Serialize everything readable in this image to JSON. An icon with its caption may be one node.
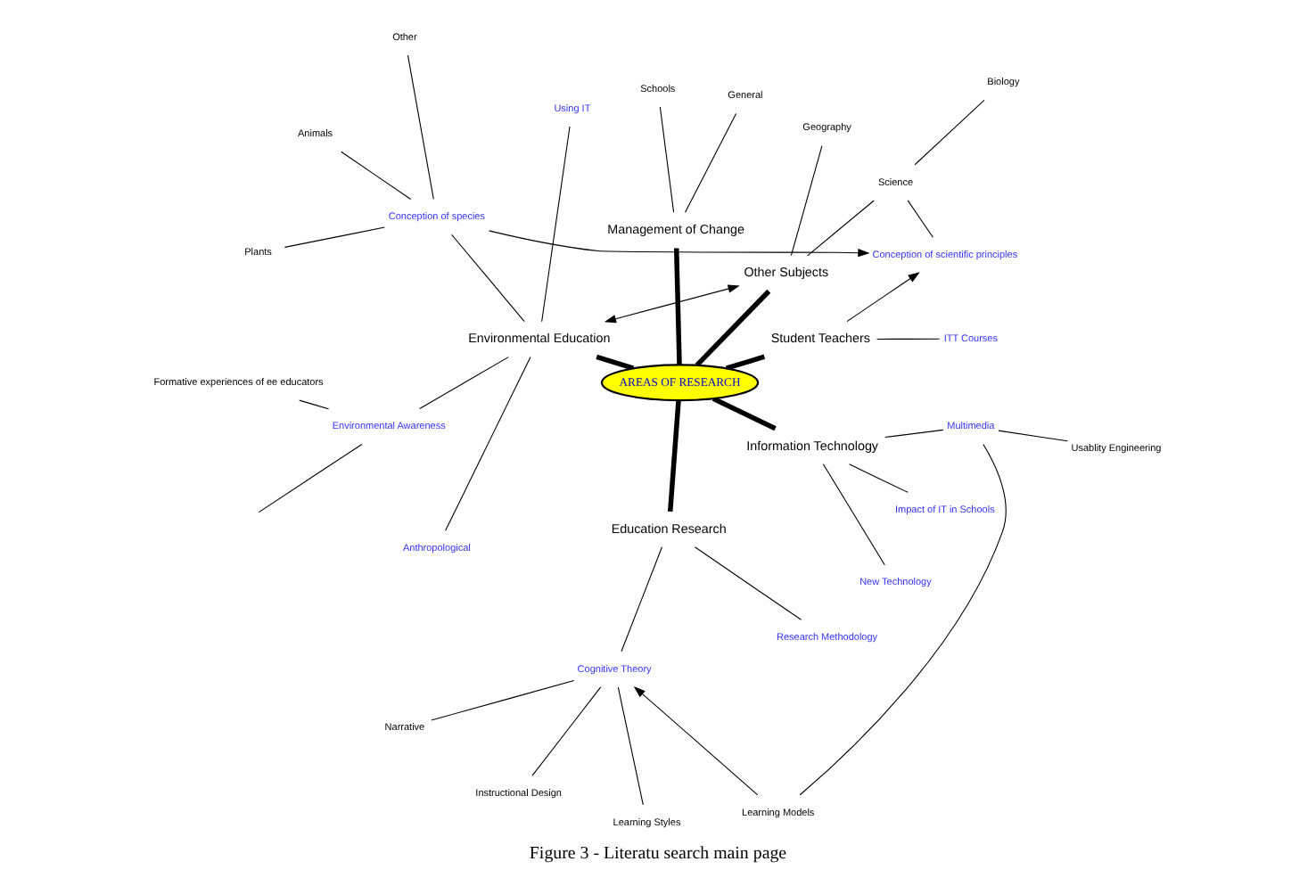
{
  "diagram": {
    "caption": "Figure 3 - Literatu search main page",
    "nodes": [
      {
        "text": [
          "AREAS OF RESEARCH"
        ]
      },
      {
        "text": [
          "Student Teachers"
        ]
      },
      {
        "text": [
          "ITT Courses"
        ]
      },
      {
        "text": [
          "Other Subjects"
        ]
      },
      {
        "text": [
          "Science"
        ]
      },
      {
        "text": [
          "Conception of scientific principles"
        ]
      },
      {
        "text": [
          "Biology"
        ]
      },
      {
        "text": [
          "Geography"
        ]
      },
      {
        "text": [
          "Management of Change"
        ]
      },
      {
        "text": [
          "General"
        ]
      },
      {
        "text": [
          "Schools"
        ]
      },
      {
        "text": [
          "Environmental Education"
        ]
      },
      {
        "text": [
          "Using IT"
        ]
      },
      {
        "text": [
          "Conception of species"
        ]
      },
      {
        "text": [
          "Other"
        ]
      },
      {
        "text": [
          "Animals"
        ]
      },
      {
        "text": [
          "Plants"
        ]
      },
      {
        "text": [
          "Environmental Awareness"
        ]
      },
      {
        "text": [
          "Formative experiences of ee educators"
        ]
      },
      {
        "text": [
          "Anthropological"
        ]
      },
      {
        "text": [
          "Education Research"
        ]
      },
      {
        "text": [
          "Cognitive Theory"
        ]
      },
      {
        "text": [
          "Narrative"
        ]
      },
      {
        "text": [
          "Instructional Design"
        ]
      },
      {
        "text": [
          "Learning Styles"
        ]
      },
      {
        "text": [
          "Research Methodology"
        ]
      },
      {
        "text": [
          "Information Technology"
        ]
      },
      {
        "text": [
          "New Technology"
        ]
      },
      {
        "text": [
          "Impact of IT in Schools"
        ]
      },
      {
        "text": [
          "Multimedia"
        ]
      },
      {
        "text": [
          "Learning Models"
        ]
      },
      {
        "text": [
          "Usablity Engineering"
        ]
      }
    ],
    "edges": [
      {
        "from": 0,
        "to": 1,
        "arrow": "none",
        "style": "thick"
      },
      {
        "from": 1,
        "to": 2,
        "arrow": "none"
      },
      {
        "from": 0,
        "to": 3,
        "arrow": "none",
        "style": "thick"
      },
      {
        "from": 3,
        "to": 4,
        "arrow": "none"
      },
      {
        "from": 4,
        "to": 5,
        "arrow": "none"
      },
      {
        "from": 4,
        "to": 6,
        "arrow": "none"
      },
      {
        "from": 3,
        "to": 7,
        "arrow": "none"
      },
      {
        "from": 0,
        "to": 8,
        "arrow": "none",
        "style": "thick"
      },
      {
        "from": 8,
        "to": 9,
        "arrow": "none"
      },
      {
        "from": 8,
        "to": 10,
        "arrow": "none"
      },
      {
        "from": 0,
        "to": 11,
        "arrow": "none",
        "style": "thick"
      },
      {
        "from": 11,
        "to": 12,
        "arrow": "none"
      },
      {
        "from": 11,
        "to": 13,
        "arrow": "none"
      },
      {
        "from": 13,
        "to": 14,
        "arrow": "none"
      },
      {
        "from": 13,
        "to": 15,
        "arrow": "none"
      },
      {
        "from": 13,
        "to": 16,
        "arrow": "none"
      },
      {
        "from": 11,
        "to": 17,
        "arrow": "none"
      },
      {
        "from": 17,
        "to": 18,
        "arrow": "none"
      },
      {
        "from": 17,
        "to": null,
        "arrow": "none"
      },
      {
        "from": 11,
        "to": 19,
        "arrow": "none"
      },
      {
        "from": 0,
        "to": 20,
        "arrow": "none",
        "style": "thick"
      },
      {
        "from": 20,
        "to": 21,
        "arrow": "none"
      },
      {
        "from": 21,
        "to": 22,
        "arrow": "none"
      },
      {
        "from": 21,
        "to": 23,
        "arrow": "none"
      },
      {
        "from": 21,
        "to": 24,
        "arrow": "none"
      },
      {
        "from": 20,
        "to": 25,
        "arrow": "none"
      },
      {
        "from": 0,
        "to": 26,
        "arrow": "none",
        "style": "thick"
      },
      {
        "from": 26,
        "to": 27,
        "arrow": "none"
      },
      {
        "from": 26,
        "to": 28,
        "arrow": "none"
      },
      {
        "from": 26,
        "to": 29,
        "arrow": "none"
      },
      {
        "from": 29,
        "to": 30,
        "arrow": "none"
      },
      {
        "from": 29,
        "to": 31,
        "arrow": "none"
      },
      {
        "from": 30,
        "to": 21,
        "arrow": "to"
      },
      {
        "from": 1,
        "to": 5,
        "arrow": "to"
      },
      {
        "from": 13,
        "to": 5,
        "arrow": "to"
      },
      {
        "from": 11,
        "to": 3,
        "arrow": "both"
      }
    ]
  }
}
